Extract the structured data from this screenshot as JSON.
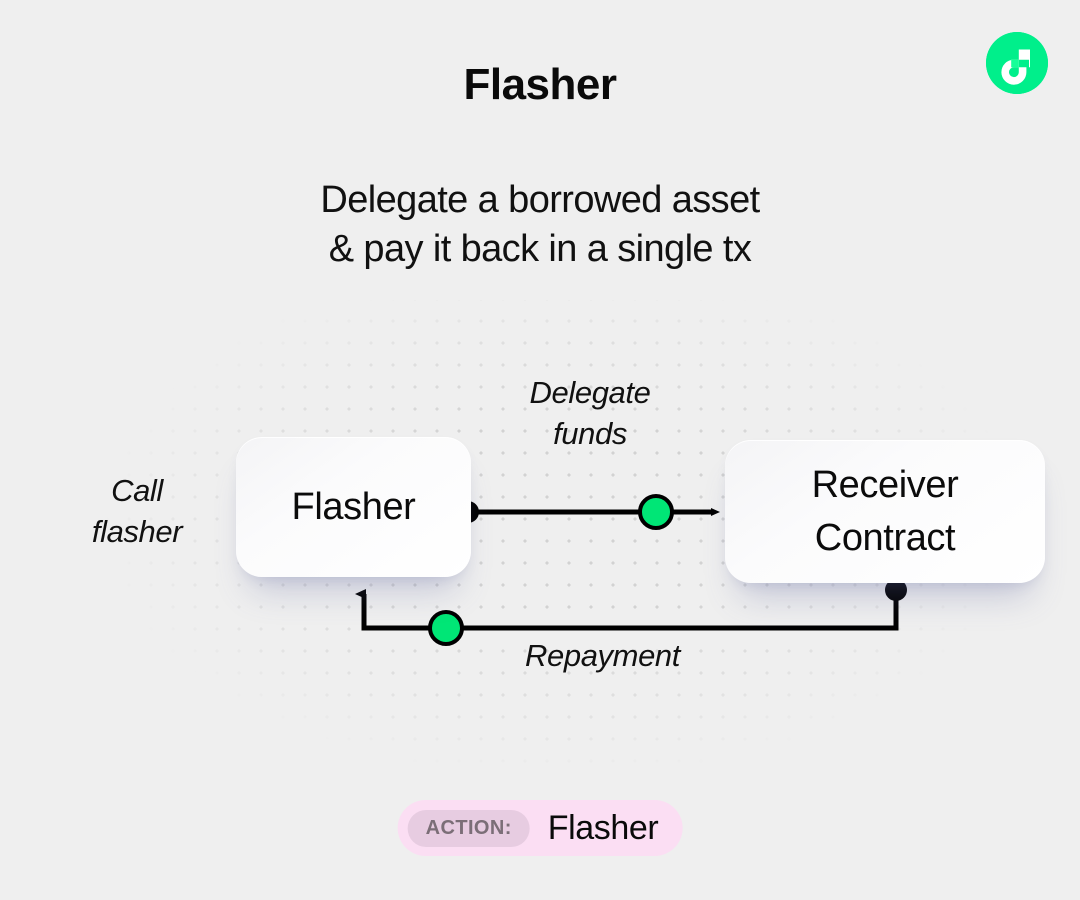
{
  "brand": {
    "logo_icon": "flow-logo-icon",
    "logo_color": "#00ef8b",
    "logo_glyph_color": "#ffffff"
  },
  "header": {
    "title": "Flasher",
    "subtitle": "Delegate a borrowed asset\n& pay it back in a single tx"
  },
  "diagram": {
    "background": {
      "color": "#efefef",
      "dot_color": "#d2d2d2"
    },
    "nodes": [
      {
        "id": "flasher",
        "label": "Flasher"
      },
      {
        "id": "receiver",
        "label": "Receiver\nContract"
      }
    ],
    "labels": [
      {
        "id": "call-flasher",
        "text": "Call\nflasher"
      },
      {
        "id": "delegate-funds",
        "text": "Delegate\nfunds"
      },
      {
        "id": "repayment",
        "text": "Repayment"
      }
    ],
    "edges": [
      {
        "id": "delegate-funds-edge",
        "from": "flasher",
        "to": "receiver",
        "label": "Delegate funds",
        "token_color": "#00e676",
        "line_color": "#000000",
        "direction": "right"
      },
      {
        "id": "repayment-edge",
        "from": "receiver",
        "to": "flasher",
        "label": "Repayment",
        "token_color": "#00e676",
        "line_color": "#000000",
        "direction": "up"
      }
    ]
  },
  "footer": {
    "action_label": "ACTION:",
    "action_value": "Flasher",
    "badge_color": "#fbdef3",
    "chip_color": "#e7cce1"
  }
}
